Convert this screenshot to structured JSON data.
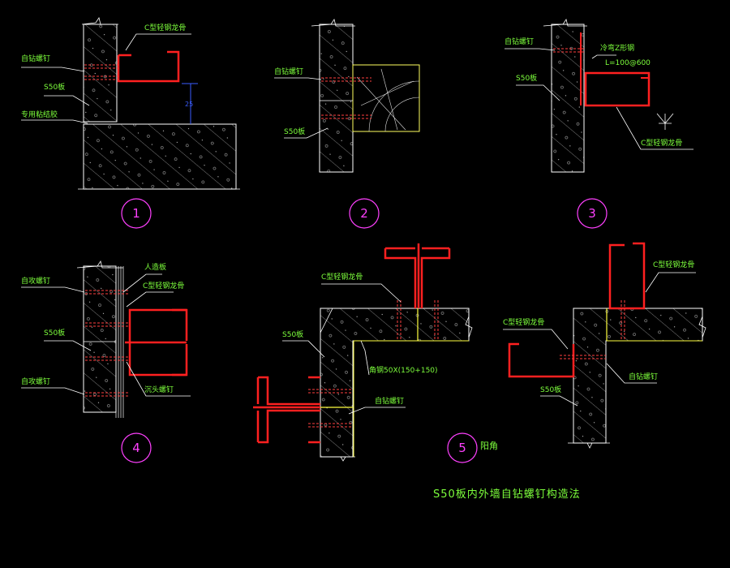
{
  "title": "S50板内外墙自钻螺钉构造法",
  "details": [
    {
      "number": "1",
      "labels": {
        "c_keel": "C型轻钢龙骨",
        "screw": "自钻螺钉",
        "board": "S50板",
        "adhesive": "专用粘结胶",
        "dim": "25"
      }
    },
    {
      "number": "2",
      "labels": {
        "screw": "自钻螺钉",
        "board": "S50板"
      }
    },
    {
      "number": "3",
      "labels": {
        "screw": "自钻螺钉",
        "angle": "冷弯Z形钢",
        "spacing": "L=100@600",
        "board": "S50板",
        "c_keel": "C型轻钢龙骨"
      }
    },
    {
      "number": "4",
      "labels": {
        "screw_top": "自攻螺钉",
        "facing": "人造板",
        "c_keel": "C型轻钢龙骨",
        "board": "S50板",
        "screw_bottom": "自攻螺钉",
        "bolt": "沉头螺钉"
      }
    },
    {
      "number": "5",
      "suffix": "阳角",
      "labels": {
        "c_keel": "C型轻钢龙骨",
        "board": "S50板",
        "angle": "角钢50X(150+150)",
        "screw": "自钻螺钉"
      }
    },
    {
      "number": "",
      "labels": {
        "c_keel_top": "C型轻钢龙骨",
        "c_keel_left": "C型轻钢龙骨",
        "screw": "自钻螺钉",
        "board": "S50板"
      }
    }
  ],
  "colors": {
    "background": "#000000",
    "board": "#ffffff",
    "label": "#7dff3c",
    "steel": "#ff2020",
    "screw": "#ff4040",
    "number": "#ff40ff",
    "joint": "#ffff40",
    "dimension": "#3a5cff"
  }
}
